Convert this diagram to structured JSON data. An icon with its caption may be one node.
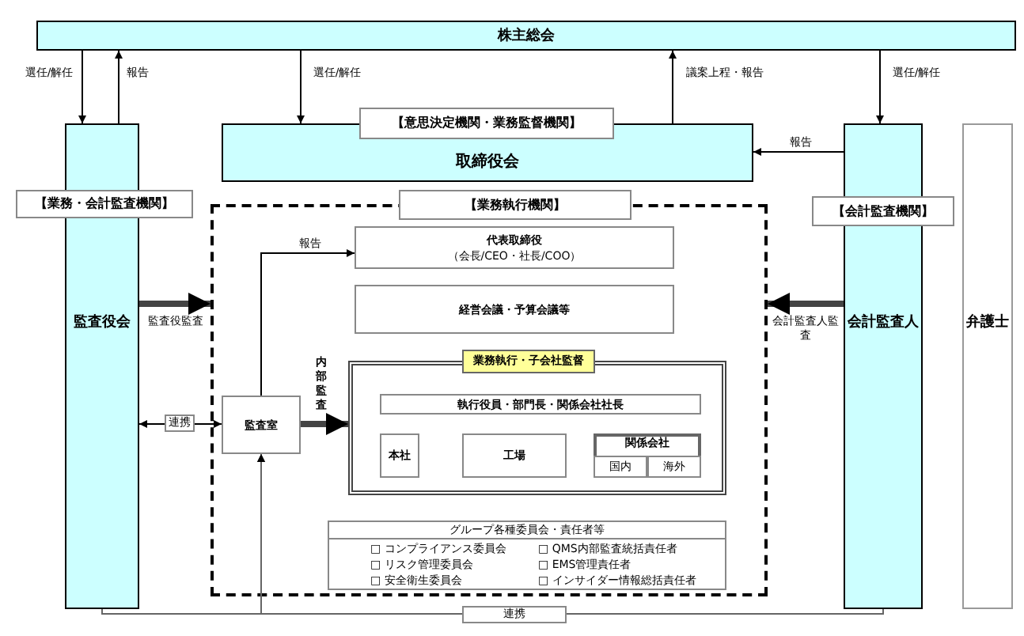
{
  "diagram": {
    "nodes": [
      {
        "text": [
          "株主総会"
        ]
      },
      {
        "text": [
          "【意思決定機関・業務監督機関】",
          "取締役会"
        ]
      },
      {
        "text": [
          "【業務・会計監査機関】",
          "監査役会"
        ]
      },
      {
        "text": [
          "【会計監査機関】",
          "会計監査人"
        ]
      },
      {
        "text": [
          "弁護士"
        ]
      },
      {
        "text": [
          "【業務執行機関】"
        ]
      },
      {
        "text": [
          "代表取締役",
          "（会長/CEO・社長/COO）"
        ],
        "in": 5
      },
      {
        "text": [
          "経営会議・予算会議等"
        ],
        "in": 5
      },
      {
        "text": [
          "監査室"
        ],
        "in": 5
      },
      {
        "text": [
          "業務執行・子会社監督"
        ],
        "in": 5
      },
      {
        "text": [
          "執行役員・部門長・関係会社社長"
        ],
        "in": 9
      },
      {
        "text": [
          "本社"
        ],
        "in": 9
      },
      {
        "text": [
          "工場"
        ],
        "in": 9
      },
      {
        "text": [
          "関係会社"
        ],
        "in": 9
      },
      {
        "text": [
          "国内"
        ],
        "in": 13
      },
      {
        "text": [
          "海外"
        ],
        "in": 13
      },
      {
        "text": [
          "グループ各種委員会・責任者等",
          "□ コンプライアンス委員会",
          "□ QMS内部監査統括責任者",
          "□ リスク管理委員会",
          "□ EMS管理責任者",
          "□ 安全衛生委員会",
          "□ インサイダー情報総括責任者"
        ],
        "in": 5
      }
    ],
    "edges": [
      {
        "from": 0,
        "to": 2,
        "arrow": "to",
        "label": "選任/解任"
      },
      {
        "from": 2,
        "to": 0,
        "arrow": "to",
        "label": "報告"
      },
      {
        "from": 0,
        "to": 1,
        "arrow": "to",
        "label": "選任/解任"
      },
      {
        "from": 1,
        "to": 0,
        "arrow": "to",
        "label": "議案上程・報告"
      },
      {
        "from": 0,
        "to": 3,
        "arrow": "to",
        "label": "選任/解任"
      },
      {
        "from": 3,
        "to": 1,
        "arrow": "to",
        "label": "報告"
      },
      {
        "from": 2,
        "to": 5,
        "arrow": "to",
        "label": "監査役監査",
        "style": "thick"
      },
      {
        "from": 3,
        "to": 5,
        "arrow": "to",
        "label": "会計監査人監査",
        "style": "thick"
      },
      {
        "from": 8,
        "to": 6,
        "arrow": "to",
        "label": "報告"
      },
      {
        "from": 8,
        "to": 9,
        "arrow": "to",
        "label": "内部監査",
        "style": "thick"
      },
      {
        "from": 2,
        "to": 8,
        "arrow": "both",
        "label": "連携"
      },
      {
        "from": 2,
        "to": 8,
        "arrow": "to",
        "color": "#666666"
      },
      {
        "from": 3,
        "to": 8,
        "arrow": "to",
        "label": "連携",
        "color": "#666666"
      }
    ]
  }
}
